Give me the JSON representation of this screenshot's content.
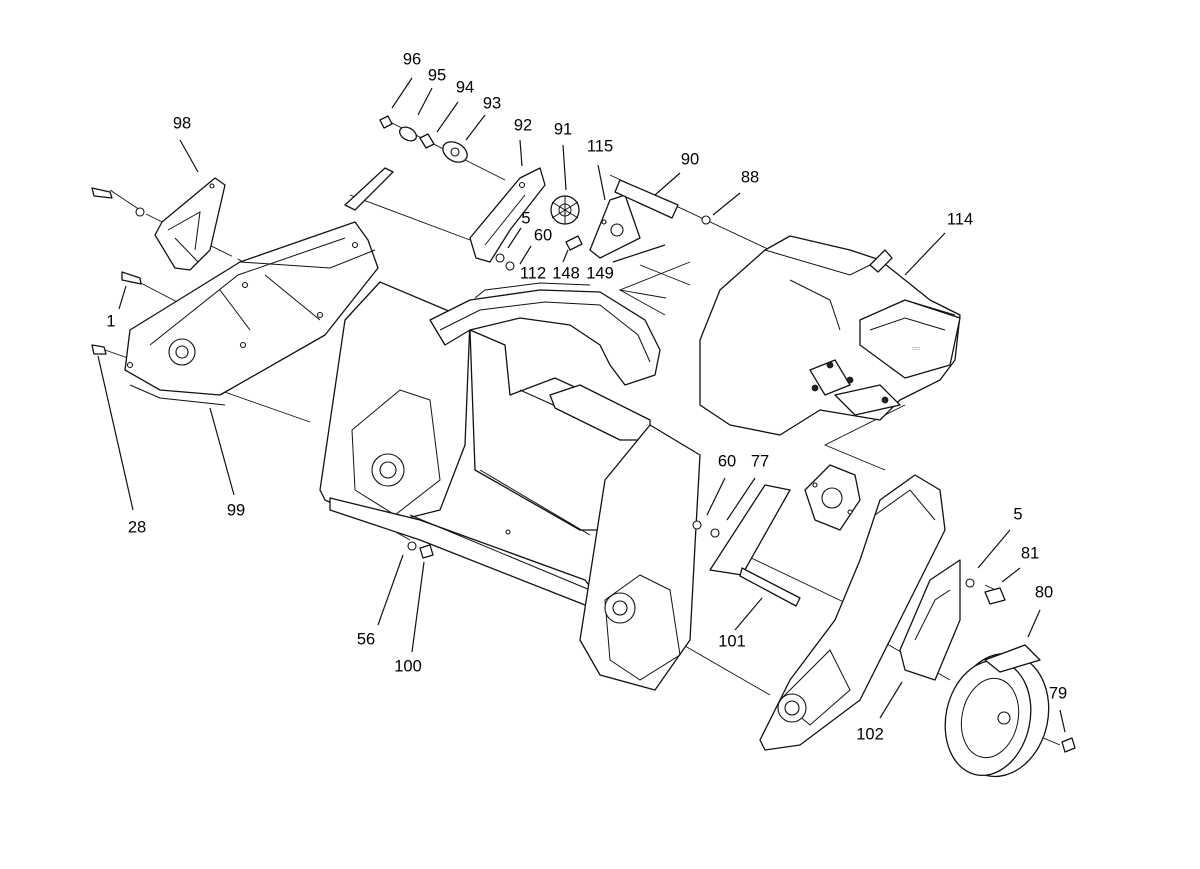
{
  "callouts": {
    "c96": "96",
    "c95": "95",
    "c94": "94",
    "c93": "93",
    "c98": "98",
    "c92": "92",
    "c91": "91",
    "c115": "115",
    "c90": "90",
    "c88": "88",
    "c114": "114",
    "c5a": "5",
    "c60a": "60",
    "c112": "112",
    "c148": "148",
    "c149": "149",
    "c1": "1",
    "c28": "28",
    "c99": "99",
    "c56": "56",
    "c100": "100",
    "c60b": "60",
    "c77": "77",
    "c101": "101",
    "c5b": "5",
    "c81": "81",
    "c80": "80",
    "c79": "79",
    "c102": "102"
  }
}
